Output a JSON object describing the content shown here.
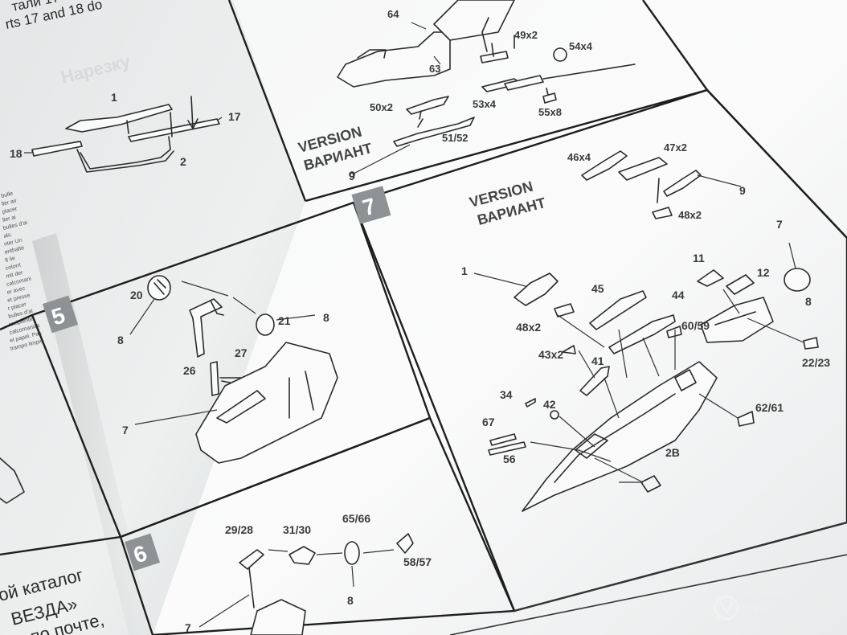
{
  "top_text": {
    "line1": "тали 17",
    "line2": "rts 17 and 18 do"
  },
  "left_text_fragments": [
    "bulle",
    "ller air",
    "placer",
    "ller ai",
    "bulles d'ai",
    "als.",
    "nter Un",
    "enthalte",
    "8 lie",
    "colorrt",
    "mit der",
    "calcomani",
    "er avec",
    "et presse",
    "r placer",
    "bulles d'ai",
    "recipiente",
    "calcomanias",
    "el papel. Pas",
    "trampo limpio"
  ],
  "catalog_text": {
    "line1": "ой каталог",
    "line2": "ВЕЗДА»",
    "line3": "по почте,"
  },
  "steps": {
    "five": "5",
    "six": "6",
    "seven": "7"
  },
  "version_labels": {
    "upper_en": "VERSION",
    "upper_ru": "ВАРИАНТ",
    "lower_en": "VERSION",
    "lower_ru": "ВАРИАНТ"
  },
  "callouts": {
    "c1": "1",
    "c17": "17",
    "c18": "18",
    "c2": "2",
    "c64": "64",
    "c63": "63",
    "c49x2": "49x2",
    "c54x4": "54x4",
    "c53x4": "53x4",
    "c55x8": "55x8",
    "c50x2": "50x2",
    "c51_52": "51/52",
    "c9a": "9",
    "c46x4": "46x4",
    "c47x2": "47x2",
    "c48x2a": "48x2",
    "c9b": "9",
    "c20": "20",
    "c8a": "8",
    "c21": "21",
    "c8b": "8",
    "c26": "26",
    "c27": "27",
    "c7a": "7",
    "c29_28": "29/28",
    "c31_30": "31/30",
    "c65_66": "65/66",
    "c58_57": "58/57",
    "c8c": "8",
    "c7b": "7",
    "c1b": "1",
    "c45": "45",
    "c44": "44",
    "c11": "11",
    "c12": "12",
    "c7c": "7",
    "c8d": "8",
    "c48x2b": "48x2",
    "c60_59": "60/59",
    "c43x2": "43x2",
    "c41": "41",
    "c22_23": "22/23",
    "c34": "34",
    "c42": "42",
    "c62_61": "62/61",
    "c67": "67",
    "c56": "56",
    "c2B": "2B"
  },
  "watermark": {
    "line1": "МОДЕЛЬНАЯ",
    "line2": "ЛАВКА"
  }
}
